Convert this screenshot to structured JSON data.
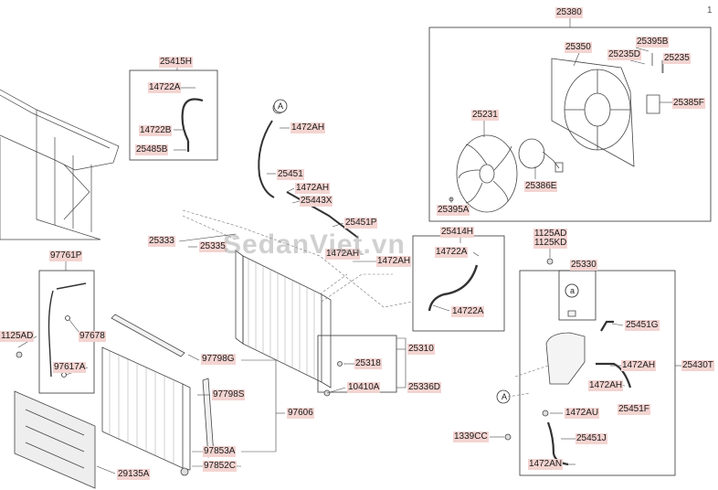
{
  "page_number": "1",
  "watermark": "SedanViet.vn",
  "labels": {
    "l25380": "25380",
    "l25350": "25350",
    "l25395B": "25395B",
    "l25235D": "25235D",
    "l25235": "25235",
    "l25385F": "25385F",
    "l25231": "25231",
    "l25386E": "25386E",
    "l25395A": "25395A",
    "l25415H": "25415H",
    "l14722A_a": "14722A",
    "l14722B": "14722B",
    "l25485B": "25485B",
    "lA_top": "A",
    "l1472AH_a": "1472AH",
    "l25451": "25451",
    "l1472AH_b": "1472AH",
    "l25443X": "25443X",
    "l25451P": "25451P",
    "l25414H": "25414H",
    "l14722A_b": "14722A",
    "l14722A_c": "14722A",
    "l1472AH_c": "1472AH",
    "l1472AH_d": "1472AH",
    "l25333": "25333",
    "l25335": "25335",
    "l97761P": "97761P",
    "l1125AD_left": "1125AD",
    "l97678": "97678",
    "l97617A": "97617A",
    "l97798G": "97798G",
    "l97798S": "97798S",
    "l97606": "97606",
    "l97853A": "97853A",
    "l97852C": "97852C",
    "l29135A": "29135A",
    "l25310": "25310",
    "l25318": "25318",
    "l10410A": "10410A",
    "l25336D": "25336D",
    "l1125AD_r": "1125AD",
    "l1125KD": "1125KD",
    "l25330": "25330",
    "la_small": "a",
    "l25451G": "25451G",
    "l25430T": "25430T",
    "l1472AH_e": "1472AH",
    "l1472AH_f": "1472AH",
    "l25451F": "25451F",
    "lA_mid": "A",
    "l1472AU": "1472AU",
    "l1339CC": "1339CC",
    "l25451J": "25451J",
    "l1472AN": "1472AN"
  }
}
